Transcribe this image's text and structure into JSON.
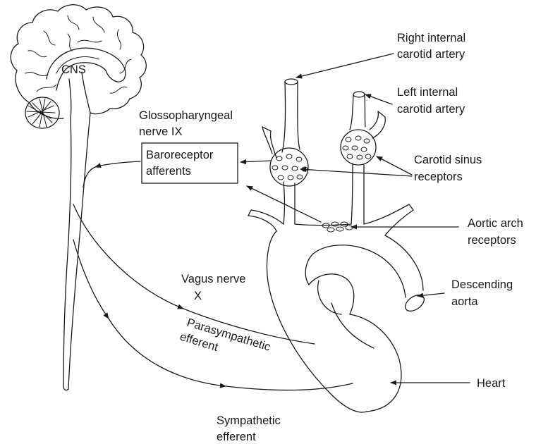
{
  "labels": {
    "cns": "CNS",
    "right_carotid_1": "Right internal",
    "right_carotid_2": "carotid artery",
    "left_carotid_1": "Left internal",
    "left_carotid_2": "carotid artery",
    "glosso_1": "Glossopharyngeal",
    "glosso_2": "nerve IX",
    "baro_1": "Baroreceptor",
    "baro_2": "afferents",
    "sinus_1": "Carotid sinus",
    "sinus_2": "receptors",
    "aortic_1": "Aortic arch",
    "aortic_2": "receptors",
    "vagus_1": "Vagus nerve",
    "vagus_2": "X",
    "para_1": "Parasympathetic",
    "para_2": "efferent",
    "descending_1": "Descending",
    "descending_2": "aorta",
    "heart": "Heart",
    "symp_1": "Sympathetic",
    "symp_2": "efferent"
  }
}
